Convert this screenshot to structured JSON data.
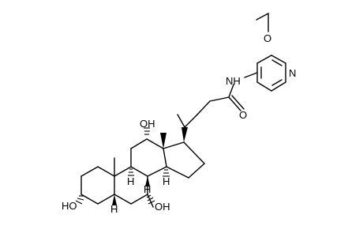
{
  "molecule": {
    "atoms": {
      "ethoxy_o": "O",
      "pyridine_n": "N",
      "amide_nh": "NH",
      "carbonyl_o": "O",
      "oh12": "OH",
      "oh7": "OH",
      "oh3": "HO",
      "h9": "H",
      "h8": "H",
      "h14": "H",
      "h5": "H"
    },
    "colors": {
      "ink": "#000000",
      "background": "#ffffff"
    }
  }
}
